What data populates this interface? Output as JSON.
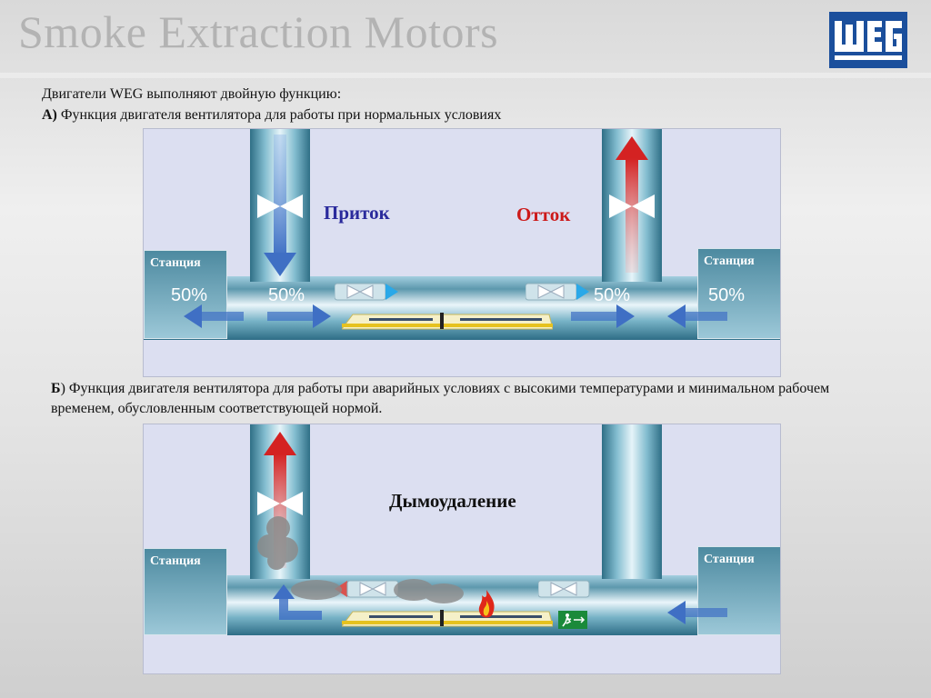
{
  "title": "Smoke Extraction Motors",
  "logo": {
    "icon": "weg-logo",
    "text": "WEG"
  },
  "intro": "Двигатели WEG выполняют двойную функцию:",
  "section_a": {
    "marker": "А)",
    "text": " Функция двигателя вентилятора для работы при нормальных условиях"
  },
  "section_b": {
    "marker": "Б",
    "text": ") Функция двигателя вентилятора для работы при аварийных условиях с высокими температурами и минимальном рабочем временем, обусловленным соответствующей нормой."
  },
  "diagram_a": {
    "station_left": "Станция",
    "station_right": "Станция",
    "inflow_label": "Приток",
    "outflow_label": "Отток",
    "percent_left_station": "50%",
    "percent_left_tunnel": "50%",
    "percent_right_tunnel": "50%",
    "percent_right_station": "50%",
    "colors": {
      "inflow": "#2a2a9c",
      "outflow": "#cc1a1a",
      "arrow_blue": "#3f6fc4",
      "arrow_red": "#d42222"
    }
  },
  "diagram_b": {
    "station_left": "Станция",
    "station_right": "Станция",
    "smoke_label": "Дымоудаление",
    "exit_icon": "emergency-exit-icon",
    "fire_icon": "fire-icon"
  }
}
